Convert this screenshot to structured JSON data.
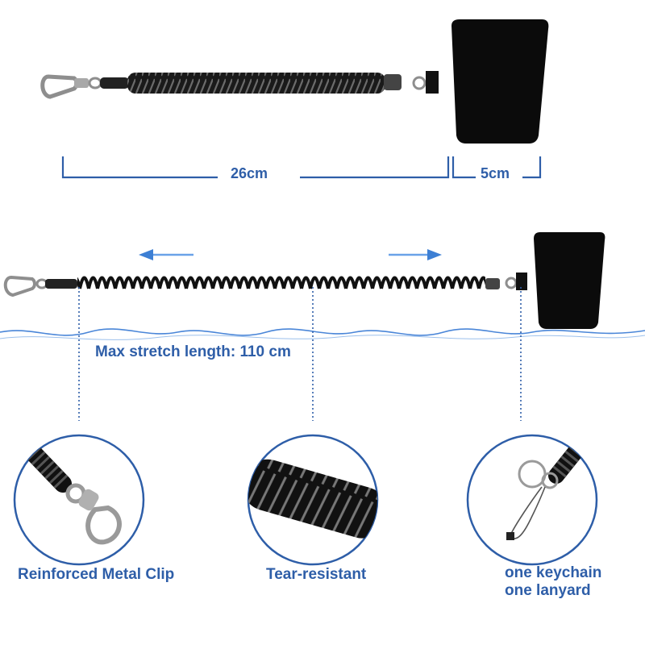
{
  "dimensions": {
    "strap_length": "26cm",
    "patch_length": "5cm"
  },
  "stretch": {
    "max_label": "Max stretch length: 110 cm"
  },
  "features": [
    {
      "label": "Reinforced Metal Clip"
    },
    {
      "label": "Tear-resistant"
    },
    {
      "label_line1": "one keychain",
      "label_line2": "one lanyard"
    }
  ],
  "colors": {
    "accent_blue": "#2e5ea8",
    "arrow_blue": "#3d7fd4",
    "strap_black": "#111111",
    "metal": "#9a9a9a"
  }
}
